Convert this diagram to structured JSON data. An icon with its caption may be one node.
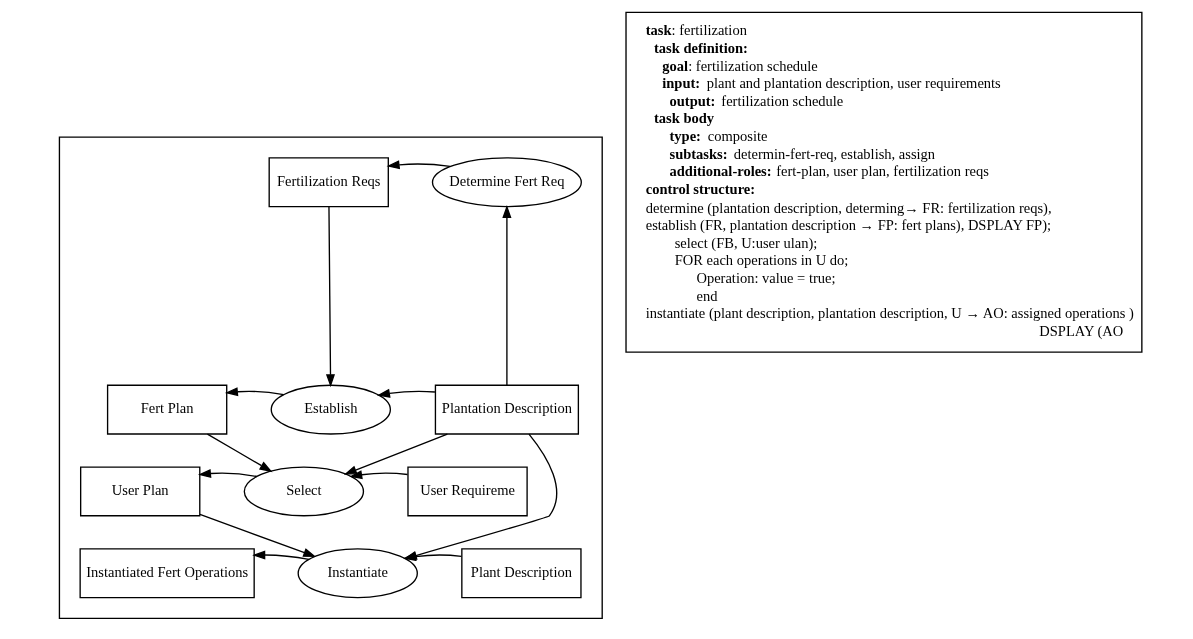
{
  "diagram": {
    "nodes": [
      {
        "text": [],
        "shape": "box"
      },
      {
        "text": [
          "Fertilization Reqs"
        ],
        "in": 0
      },
      {
        "text": [
          "Determine Fert Req"
        ],
        "in": 0
      },
      {
        "text": [
          "Fert Plan"
        ],
        "in": 0
      },
      {
        "text": [
          "Establish"
        ],
        "in": 0
      },
      {
        "text": [
          "Plantation Description"
        ],
        "in": 0
      },
      {
        "text": [
          "User Plan"
        ],
        "in": 0
      },
      {
        "text": [
          "Select"
        ],
        "in": 0
      },
      {
        "text": [
          "User Requireme"
        ],
        "in": 0
      },
      {
        "text": [
          "Instantiated Fert Operations"
        ],
        "in": 0
      },
      {
        "text": [
          "Instantiate"
        ],
        "in": 0
      },
      {
        "text": [
          "Plant Description"
        ],
        "in": 0
      },
      {
        "text": [
          "**task**: fertilization",
          "task definition:",
          "**goal**: fertilization schedule",
          "**input:** plant and plantation description, user requirements",
          "**output:** fertilization schedule",
          "task body",
          "**type:** composite",
          "**subtasks:** determin-fert-req, establish, assign",
          "**additional-roles:** fert-plan, user plan, fertilization reqs",
          "control structure:",
          "determine (plantation description, determing→ FR: fertilization reqs),",
          "establish (FR, plantation description → FP: fert plans), DSPLAY FP);",
          "select (FB, U:user ulan);",
          "FOR each operations in U do;",
          "Operation: value = true;",
          "end",
          "instantiate (plant description, plantation description, U → AO: assigned operations )",
          "DSPLAY (AO"
        ]
      }
    ],
    "edges": [
      {
        "from": 2,
        "to": 1,
        "arrow": "to"
      },
      {
        "from": 1,
        "to": 4,
        "arrow": "to"
      },
      {
        "from": 5,
        "to": 2,
        "arrow": "to"
      },
      {
        "from": 4,
        "to": 3,
        "arrow": "to"
      },
      {
        "from": 5,
        "to": 4,
        "arrow": "to"
      },
      {
        "from": 3,
        "to": 7,
        "arrow": "to"
      },
      {
        "from": 5,
        "to": 7,
        "arrow": "to"
      },
      {
        "from": 7,
        "to": 6,
        "arrow": "to"
      },
      {
        "from": 8,
        "to": 7,
        "arrow": "to"
      },
      {
        "from": 6,
        "to": 10,
        "arrow": "to"
      },
      {
        "from": 5,
        "to": 10,
        "arrow": "to"
      },
      {
        "from": 10,
        "to": 9,
        "arrow": "to"
      },
      {
        "from": 11,
        "to": 10,
        "arrow": "to"
      }
    ]
  }
}
